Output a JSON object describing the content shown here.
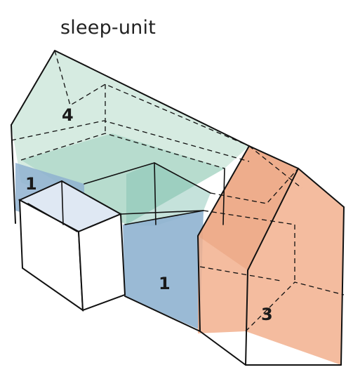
{
  "title": "sleep-unit",
  "zones": [
    {
      "id": "4",
      "label": "4",
      "color": "#cfe8dc"
    },
    {
      "id": "1-left",
      "label": "1",
      "color": "#8fb2d0"
    },
    {
      "id": "1-front",
      "label": "1",
      "color": "#8fb2d0"
    },
    {
      "id": "3",
      "label": "3",
      "color": "#f2b08e"
    }
  ]
}
